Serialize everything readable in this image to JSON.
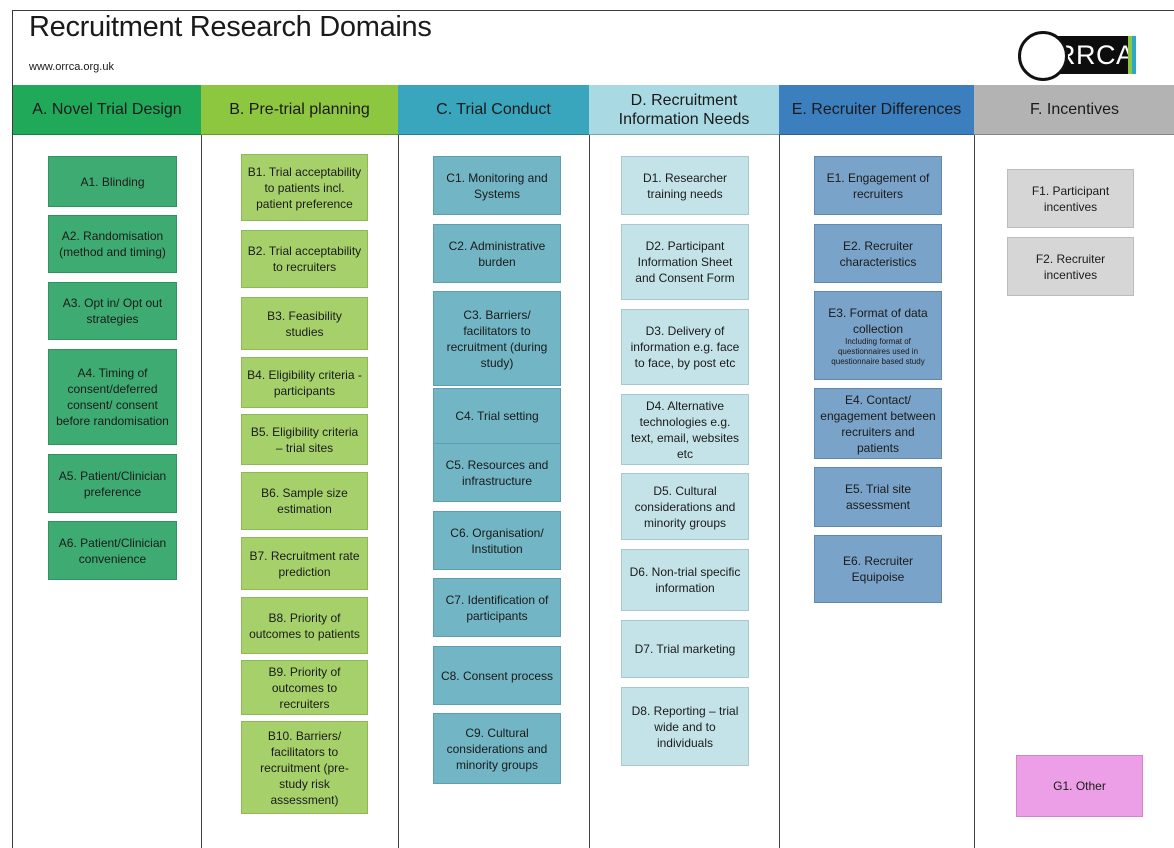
{
  "header": {
    "title": "Recruitment Research Domains",
    "url": "www.orrca.org.uk",
    "logo_text": "RRCA"
  },
  "columns": [
    {
      "key": "a",
      "label": "A. Novel Trial Design",
      "color": "#21a95a",
      "items": [
        "A1. Blinding",
        "A2. Randomisation (method and timing)",
        "A3. Opt in/ Opt out strategies",
        "A4. Timing of consent/deferred consent/ consent before randomisation",
        "A5. Patient/Clinician preference",
        "A6. Patient/Clinician convenience"
      ]
    },
    {
      "key": "b",
      "label": "B. Pre-trial planning",
      "color": "#8dc63f",
      "items": [
        "B1. Trial acceptability to patients incl. patient preference",
        "B2. Trial acceptability to recruiters",
        "B3. Feasibility studies",
        "B4. Eligibility criteria - participants",
        "B5. Eligibility criteria – trial sites",
        "B6. Sample size estimation",
        "B7. Recruitment rate prediction",
        "B8. Priority of outcomes to patients",
        "B9. Priority of outcomes to recruiters",
        "B10. Barriers/ facilitators to recruitment (pre-study risk assessment)"
      ]
    },
    {
      "key": "c",
      "label": "C. Trial Conduct",
      "color": "#3aa6bd",
      "items": [
        "C1. Monitoring and Systems",
        "C2. Administrative burden",
        "C3. Barriers/ facilitators to recruitment (during study)",
        "C4. Trial setting",
        "C5. Resources and infrastructure",
        "C6. Organisation/ Institution",
        "C7. Identification of participants",
        "C8. Consent process",
        "C9. Cultural considerations and minority groups"
      ]
    },
    {
      "key": "d",
      "label": "D. Recruitment Information Needs",
      "color": "#a9d9e3",
      "items": [
        "D1. Researcher training needs",
        "D2. Participant Information Sheet and Consent Form",
        "D3. Delivery of information e.g. face to face, by post etc",
        "D4. Alternative technologies e.g. text, email, websites etc",
        "D5. Cultural considerations and minority groups",
        "D6. Non-trial specific information",
        "D7. Trial marketing",
        "D8. Reporting – trial wide and to individuals"
      ]
    },
    {
      "key": "e",
      "label": "E. Recruiter Differences",
      "color": "#3c7fbf",
      "items": [
        "E1. Engagement of recruiters",
        "E2. Recruiter characteristics",
        "E3. Format of data collection",
        "E4. Contact/ engagement between recruiters and patients",
        "E5. Trial site assessment",
        "E6. Recruiter Equipoise"
      ],
      "e3_note": "Including format of questionnaires used in questionnaire based study"
    },
    {
      "key": "f",
      "label": "F. Incentives",
      "color": "#b3b3b3",
      "items": [
        "F1. Participant incentives",
        "F2. Recruiter incentives",
        "G1.  Other"
      ]
    }
  ]
}
